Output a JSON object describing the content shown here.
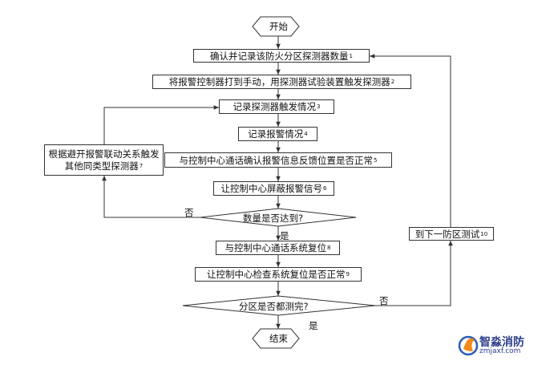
{
  "flowchart": {
    "start": "开始",
    "end": "结束",
    "steps": [
      {
        "text": "确认并记录该防火分区探测器数量",
        "note": "1"
      },
      {
        "text": "将报警控制器打到手动，用探测器试验装置触发探测器",
        "note": "2"
      },
      {
        "text": "记录探测器触发情况",
        "note": "3"
      },
      {
        "text": "记录报警情况",
        "note": "4"
      },
      {
        "text": "与控制中心通话确认报警信息反馈位置是否正常",
        "note": "5"
      },
      {
        "text": "让控制中心屏蔽报警信号",
        "note": "6"
      },
      {
        "text": "根据避开报警联动关系触发其他同类型探测器",
        "note": "7"
      },
      {
        "text": "与控制中心通话系统复位",
        "note": "8"
      },
      {
        "text": "让控制中心检查系统复位是否正常",
        "note": "9"
      },
      {
        "text": "到下一防区测试",
        "note": "10"
      }
    ],
    "decisions": [
      {
        "text": "数量是否达到?",
        "yes": "是",
        "no": "否"
      },
      {
        "text": "分区是否都测完?",
        "yes": "是",
        "no": "否"
      }
    ]
  },
  "watermark": {
    "name": "智淼消防",
    "url": "zmjaxf.com"
  },
  "colors": {
    "line": "#333333",
    "logo_orange": "#f08a1c",
    "logo_blue": "#2b5cb8"
  }
}
